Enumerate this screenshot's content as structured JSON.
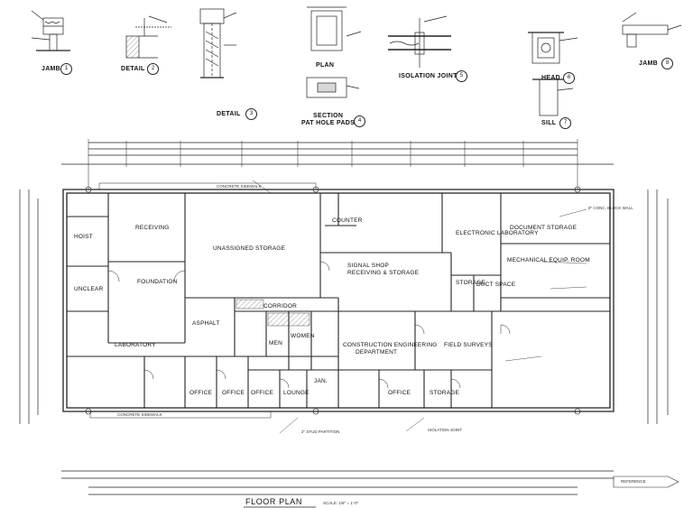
{
  "sheet": {
    "title": "FLOOR PLAN",
    "scale_note": "SCALE: 1/8\" = 1'-0\""
  },
  "details": [
    {
      "name": "JAMB",
      "num": "1"
    },
    {
      "name": "DETAIL",
      "num": "2"
    },
    {
      "name": "DETAIL",
      "num": "3"
    },
    {
      "name": "PLAN",
      "num": ""
    },
    {
      "name": "SECTION",
      "num": "4"
    },
    {
      "name": "PAT HOLE PADS",
      "num": ""
    },
    {
      "name": "ISOLATION JOINT",
      "num": "5"
    },
    {
      "name": "HEAD",
      "num": "6"
    },
    {
      "name": "SILL",
      "num": "7"
    },
    {
      "name": "JAMB",
      "num": "8"
    }
  ],
  "rooms": {
    "receiving": "RECEIVING",
    "unassigned_storage": "UNASSIGNED STORAGE",
    "foundation": "FOUNDATION",
    "unclear": "UNCLEAR",
    "laboratory": "LABORATORY",
    "signal_shop": "SIGNAL SHOP",
    "receiving_storage": "RECEIVING & STORAGE",
    "electronic_laboratory": "ELECTRONIC LABORATORY",
    "document_storage": "DOCUMENT STORAGE",
    "mechanical_equip_room": "MECHANICAL EQUIP. ROOM",
    "corridor": "CORRIDOR",
    "men": "MEN",
    "women": "WOMEN",
    "asphalt": "ASPHALT",
    "construction_engineering": "CONSTRUCTION ENGINEERING",
    "department": "DEPARTMENT",
    "field_surveys": "FIELD SURVEYS",
    "office": "OFFICE",
    "lounge": "LOUNGE",
    "storage": "STORAGE",
    "hoist": "HOIST",
    "counter": "COUNTER",
    "duct_space": "DUCT SPACE",
    "janitor": "JAN."
  },
  "notes": {
    "concrete_sidewalk_top": "CONCRETE SIDEWALK",
    "concrete_sidewalk_bottom": "CONCRETE SIDEWALK",
    "stud_partition": "2\" STUD PARTITION",
    "block_wall": "8\" CONC. BLOCK WALL",
    "isolation": "ISOLATION JOINT"
  },
  "stamp": "REFERENCE"
}
